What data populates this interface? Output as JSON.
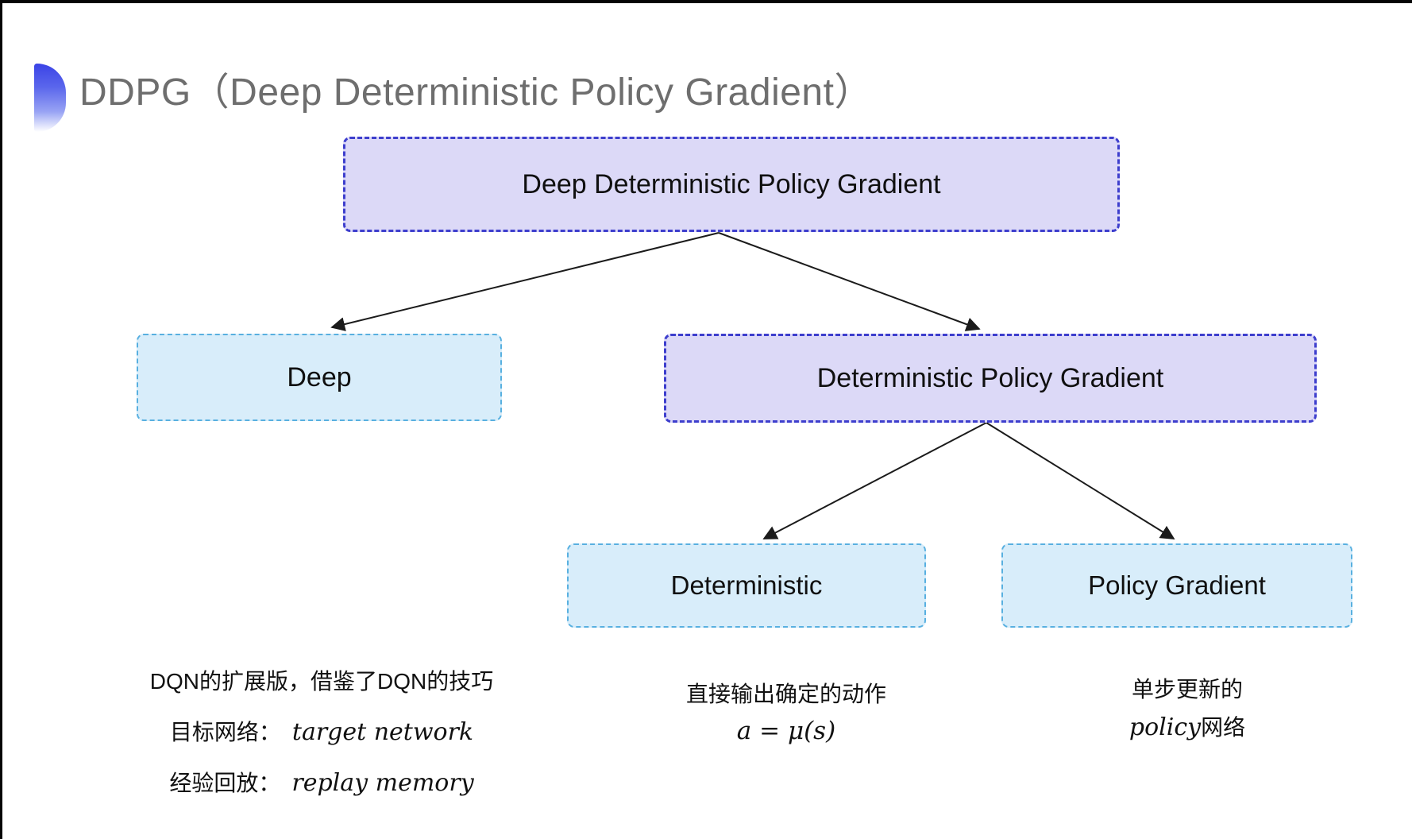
{
  "header": {
    "title": "DDPG（Deep Deterministic Policy Gradient）"
  },
  "diagram": {
    "nodes": {
      "root": {
        "label": "Deep Deterministic Policy Gradient",
        "style": "purple"
      },
      "deep": {
        "label": "Deep",
        "style": "cyan"
      },
      "dpg": {
        "label": "Deterministic Policy Gradient",
        "style": "purple"
      },
      "deterministic": {
        "label": "Deterministic",
        "style": "cyan"
      },
      "policy_gradient": {
        "label": "Policy Gradient",
        "style": "cyan"
      }
    },
    "edges": [
      {
        "from": "root",
        "to": "deep"
      },
      {
        "from": "root",
        "to": "dpg"
      },
      {
        "from": "dpg",
        "to": "deterministic"
      },
      {
        "from": "dpg",
        "to": "policy_gradient"
      }
    ],
    "colors": {
      "purple_fill": "#dcd9f7",
      "purple_border": "#3d3ecd",
      "cyan_fill": "#d8edfa",
      "cyan_border": "#58b0e0",
      "arrow": "#1b1b1b",
      "title_gray": "#6e6e6e",
      "accent_blue": "#3a43e6"
    }
  },
  "annotations": {
    "deep": {
      "line1": "DQN的扩展版，借鉴了DQN的技巧",
      "line2_label": "目标网络：",
      "line2_value": "target network",
      "line3_label": "经验回放：",
      "line3_value": "replay memory"
    },
    "deterministic": {
      "line1": "直接输出确定的动作",
      "formula": "a = μ(s)"
    },
    "policy_gradient": {
      "line1": "单步更新的",
      "line2_italic": "policy",
      "line2_suffix": " 网络"
    }
  }
}
